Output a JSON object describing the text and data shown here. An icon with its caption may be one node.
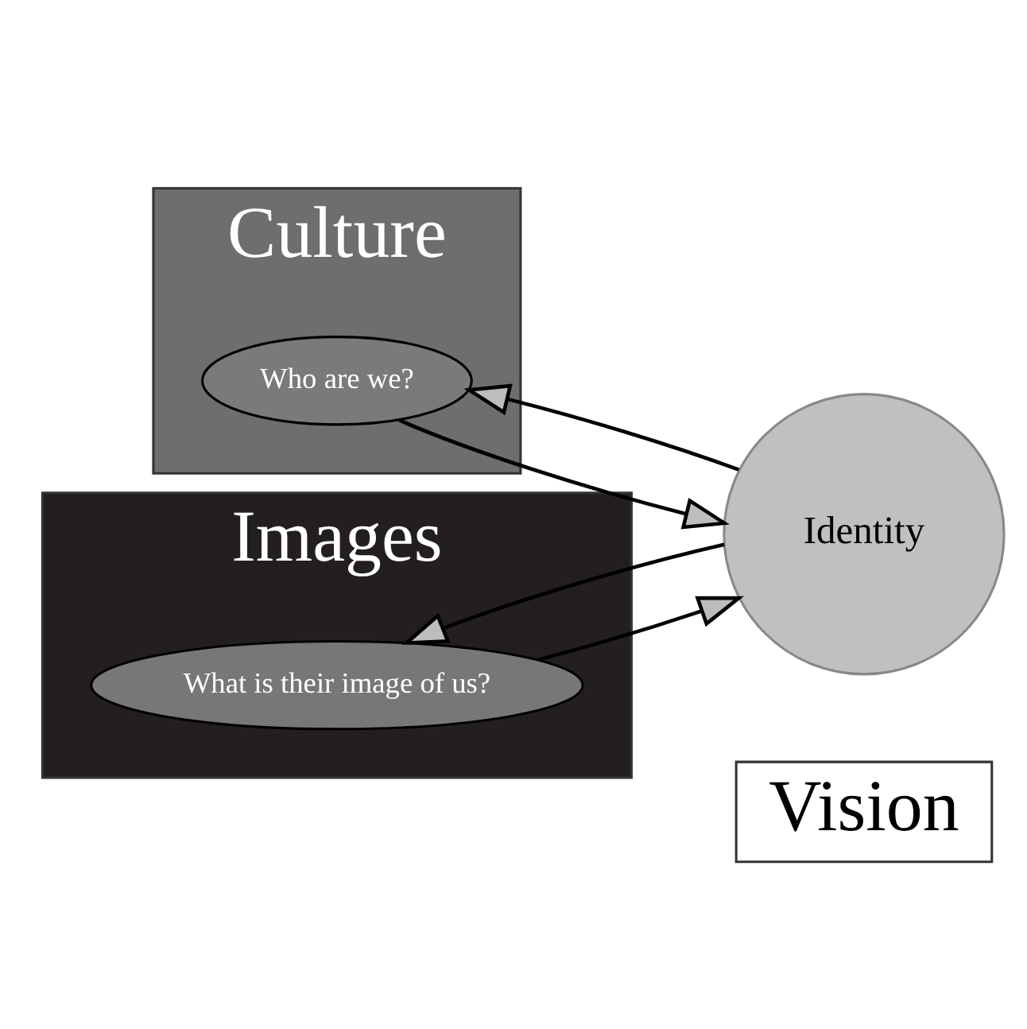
{
  "diagram": {
    "nodes": [
      {
        "text": [
          "Vision"
        ]
      },
      {
        "text": [
          "Culture"
        ]
      },
      {
        "text": [
          "Who are we?"
        ],
        "in": 1
      },
      {
        "text": [
          "Identity"
        ]
      },
      {
        "text": [
          "Images"
        ]
      },
      {
        "text": [
          "What is their image of us?"
        ],
        "in": 4
      }
    ],
    "edges": [
      {
        "from": 2,
        "to": 3,
        "arrow": "to"
      },
      {
        "from": 3,
        "to": 2,
        "arrow": "to"
      },
      {
        "from": 5,
        "to": 3,
        "arrow": "to"
      },
      {
        "from": 3,
        "to": 5,
        "arrow": "to"
      }
    ]
  }
}
